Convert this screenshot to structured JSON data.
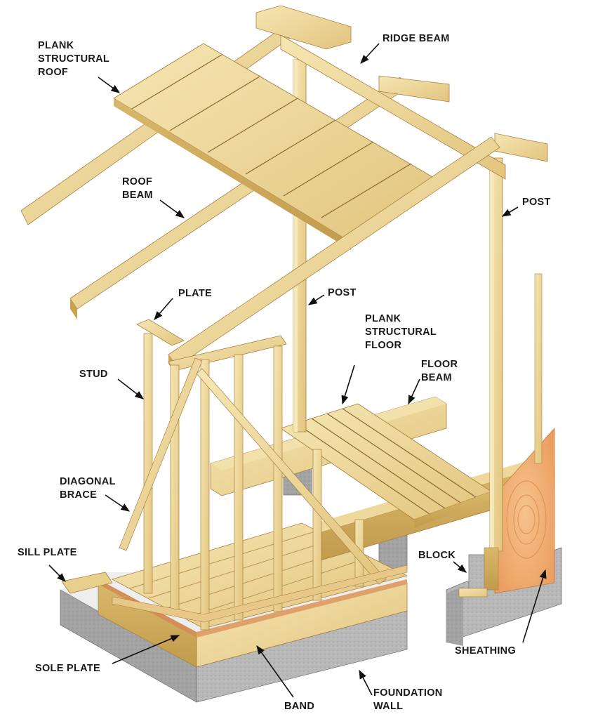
{
  "labels": {
    "plank_structural_roof": [
      "PLANK",
      "STRUCTURAL",
      "ROOF"
    ],
    "ridge_beam": [
      "RIDGE BEAM"
    ],
    "roof_beam": [
      "ROOF",
      "BEAM"
    ],
    "post_right": [
      "POST"
    ],
    "plate": [
      "PLATE"
    ],
    "post_center": [
      "POST"
    ],
    "plank_structural_floor": [
      "PLANK",
      "STRUCTURAL",
      "FLOOR"
    ],
    "stud": [
      "STUD"
    ],
    "floor_beam": [
      "FLOOR",
      "BEAM"
    ],
    "diagonal_brace": [
      "DIAGONAL",
      "BRACE"
    ],
    "sill_plate": [
      "SILL PLATE"
    ],
    "block": [
      "BLOCK"
    ],
    "sheathing": [
      "SHEATHING"
    ],
    "sole_plate": [
      "SOLE PLATE"
    ],
    "band": [
      "BAND"
    ],
    "foundation_wall": [
      "FOUNDATION",
      "WALL"
    ]
  },
  "colors": {
    "wood_light": "#f2dfa3",
    "wood_mid": "#e6c67a",
    "wood_dark": "#c9a24e",
    "plank_groove": "#8a6a2e",
    "concrete_top": "#c9c9c9",
    "concrete_side": "#a9a9a9",
    "concrete_dark": "#8c8c8c",
    "plywood": "#f0a86a",
    "leader": "#111111"
  }
}
